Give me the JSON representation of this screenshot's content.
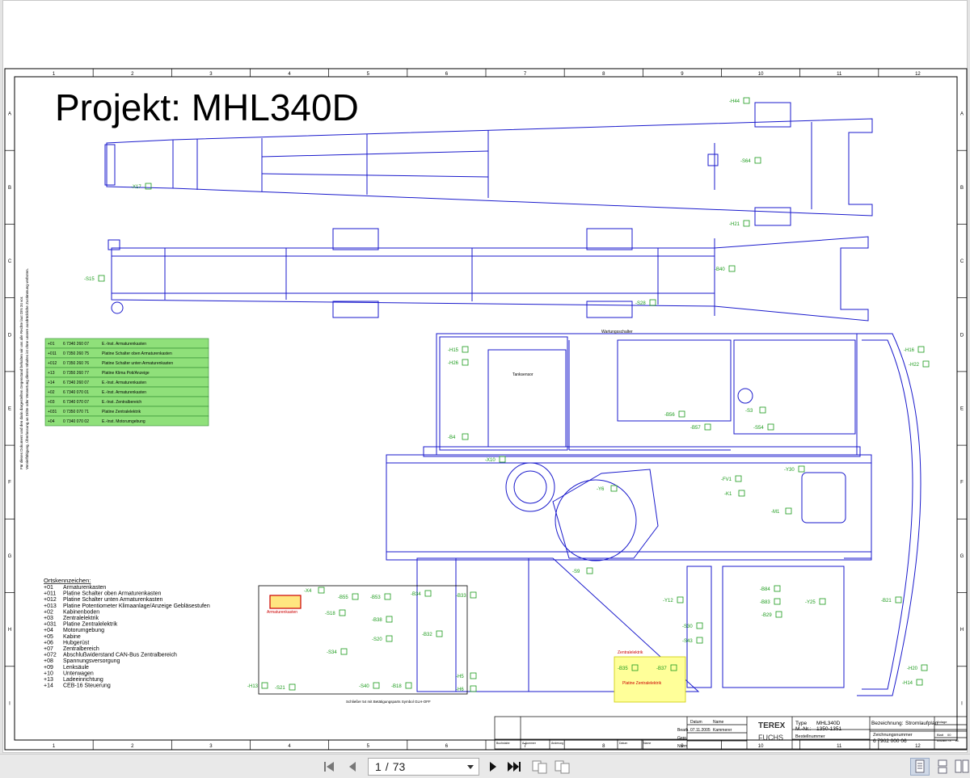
{
  "viewer": {
    "page_current": "1",
    "page_separator": "/",
    "page_total": "73"
  },
  "drawing": {
    "title": "Projekt: MHL340D",
    "col_labels": [
      "1",
      "2",
      "3",
      "4",
      "5",
      "6",
      "7",
      "8",
      "9",
      "10",
      "11",
      "12"
    ],
    "row_labels": [
      "A",
      "B",
      "C",
      "D",
      "E",
      "F",
      "G",
      "H",
      "I"
    ],
    "left_notice_1": "Für dieses Dokument und den darin dargestellten Gegenstand behalten wir uns alle Rechte laut DIN 34 vor.",
    "left_notice_2": "Vervielfältigung, Überlassung an Dritte oder Verwertung dieses Inhaltes ist ohne unsere ausdrückliche Zustimmung verboten.",
    "parts_table": [
      [
        "+01",
        "6 7340 260 07",
        "E.-Inst. Armaturenkasten"
      ],
      [
        "+011",
        "0 7350 260 75",
        "Platine Schalter oben Armaturenkasten"
      ],
      [
        "+012",
        "0 7350 260 76",
        "Platine Schalter unten Armaturenkasten"
      ],
      [
        "+13",
        "0 7350 260 77",
        "Platine Klima Poti/Anzeige"
      ],
      [
        "+14",
        "6 7340 260 07",
        "E.-Inst. Armaturenkasten"
      ],
      [
        "+02",
        "6 7340 070 01",
        "E.-Inst. Armaturenkasten"
      ],
      [
        "+03",
        "6 7340 070 07",
        "E.-Inst. Zentralbereich"
      ],
      [
        "+031",
        "0 7350 070 71",
        "Platine Zentralelektrik"
      ],
      [
        "+04",
        "0 7340 070 02",
        "E.-Inst. Motorumgebung"
      ]
    ],
    "legend_title": "Ortskennzeichen:",
    "legend": [
      [
        "+01",
        "Armaturenkasten"
      ],
      [
        "+011",
        "Platine Schalter oben Armaturenkasten"
      ],
      [
        "+012",
        "Platine Schalter unten Armaturenkasten"
      ],
      [
        "+013",
        "Platine Potentiometer Klimaanlage/Anzeige Gebläsestufen"
      ],
      [
        "+02",
        "Kabinenboden"
      ],
      [
        "+03",
        "Zentralelektrik"
      ],
      [
        "+031",
        "Platine Zentralelektrik"
      ],
      [
        "+04",
        "Motorumgebung"
      ],
      [
        "+05",
        "Kabine"
      ],
      [
        "+06",
        "Hubgerüst"
      ],
      [
        "+07",
        "Zentralbereich"
      ],
      [
        "+072",
        "Abschlußwiderstand CAN-Bus Zentralbereich"
      ],
      [
        "+08",
        "Spannungsversorgung"
      ],
      [
        "+09",
        "Lenksäule"
      ],
      [
        "+10",
        "Unterwagen"
      ],
      [
        "+13",
        "Ladeeinrichtung"
      ],
      [
        "+14",
        "CEB-16 Steuerung"
      ]
    ],
    "tags": {
      "h44": "-H44",
      "s64": "-S64",
      "h21": "-H21",
      "x17": "-X17",
      "s15": "-S15",
      "b40": "-B40",
      "s28": "-S28",
      "h15": "-H15",
      "h26": "-H26",
      "b4": "-B4",
      "h16": "-H16",
      "h22": "-H22",
      "s3": "-S3",
      "s54": "-S54",
      "y30": "-Y30",
      "fv1": "-FV1",
      "k1": "-K1",
      "m1": "-M1",
      "b84": "-B84",
      "b83": "-B83",
      "b29": "-B29",
      "y25": "-Y25",
      "b21": "-B21",
      "h20": "-H20",
      "h14": "-H14",
      "b35": "-B35",
      "b37": "-B37",
      "x4": "-X4",
      "b55": "-B55",
      "b53": "-B53",
      "b34": "-B34",
      "b33": "-B33",
      "s18": "-S18",
      "b38": "-B38",
      "b32": "-B32",
      "s34": "-S34",
      "s20": "-S20",
      "s40": "-S40",
      "b18": "-B18",
      "h5": "-H5",
      "h6": "-H6",
      "x10": "-X10",
      "y6": "-Y6",
      "h13": "-H13",
      "s21": "-S21",
      "s9": "-S9",
      "y12": "-Y12",
      "s30": "-S30",
      "s43": "-S43",
      "b56": "-B56",
      "b57": "-B57"
    },
    "labels": {
      "armaturenkasten": "Armaturenkasten",
      "zentralelektrik": "Zentralelektrik",
      "platine_zentralelektrik": "Platine Zentralelektrik",
      "schalter_footer": "Schließer 54 mit Betätigungsparts Symbol GLH-OFF",
      "wartungsschalter": "Wartungsschalter",
      "tanksensor": "Tanksensor"
    },
    "title_block": {
      "datum_label": "Datum",
      "name_label": "Name",
      "bearb_label": "Bearb.",
      "gepr_label": "Gepr.",
      "norm_label": "Norm",
      "date": "07.11.2005",
      "name": "Kammerer",
      "brand": "TEREX",
      "brand_sub": "FUCHS",
      "type_label": "Type",
      "type_value": "MHL340D",
      "mnr_label": "M.-Nr.:",
      "mnr_value": "1350-1351",
      "bestell_label": "Bestellnummer",
      "bez_label": "Bezeichnung:",
      "bez_value": "Stromlaufplan",
      "zeich_label": "Zeichnungsnummer",
      "zeich_value": "6 7902 000 06",
      "anlage_label": "Anlage",
      "blatt_label": "Blatt",
      "blatt_value": "00",
      "anzahl_label": "Anzahl",
      "anzahl_value": "73",
      "bl_label": "Bl.",
      "rev_buchstabe": "Buchstabe",
      "rev_anummer": "Ä-Nummer",
      "rev_aenderung": "Änderung",
      "rev_datum": "Datum",
      "rev_name": "Name"
    }
  }
}
